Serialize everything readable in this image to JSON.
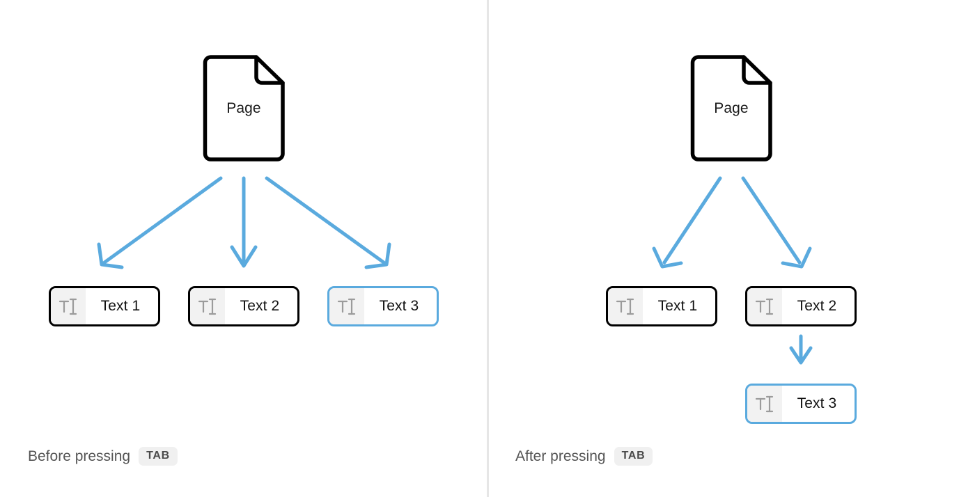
{
  "theme": {
    "background": "#ffffff",
    "accent_blue": "#5aaade",
    "node_border": "#000000",
    "icon_cell_bg": "#f2f2f2",
    "divider": "#e6e6e6",
    "caption_text": "#555555",
    "kbd_bg": "#f0f0f0"
  },
  "panels": {
    "before": {
      "caption_text": "Before pressing",
      "caption_key": "TAB",
      "page": {
        "label": "Page"
      },
      "fields": [
        {
          "label": "Text 1",
          "icon": "text-cursor-icon",
          "selected": false
        },
        {
          "label": "Text 2",
          "icon": "text-cursor-icon",
          "selected": false
        },
        {
          "label": "Text 3",
          "icon": "text-cursor-icon",
          "selected": true
        }
      ]
    },
    "after": {
      "caption_text": "After pressing",
      "caption_key": "TAB",
      "page": {
        "label": "Page"
      },
      "fields": [
        {
          "label": "Text 1",
          "icon": "text-cursor-icon",
          "selected": false
        },
        {
          "label": "Text 2",
          "icon": "text-cursor-icon",
          "selected": false
        },
        {
          "label": "Text 3",
          "icon": "text-cursor-icon",
          "selected": true
        }
      ]
    }
  }
}
